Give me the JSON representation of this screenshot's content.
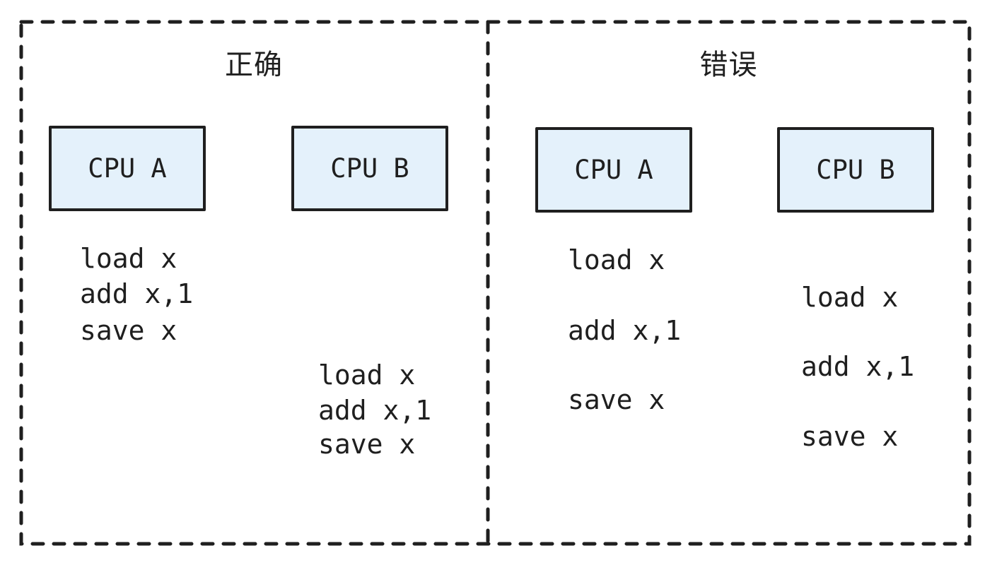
{
  "diagram": {
    "type": "comparison-diagram",
    "topic": "CPU instruction ordering (correct vs wrong interleaving)",
    "colors": {
      "stroke": "#1f1f1f",
      "cpu_box_fill": "#e4f1fb",
      "background": "#ffffff"
    },
    "panels": [
      {
        "title": "正确",
        "cpus": [
          {
            "label": "CPU A",
            "code": [
              "load x",
              "add x,1",
              "save x"
            ]
          },
          {
            "label": "CPU B",
            "code": [
              "load x",
              "add x,1",
              "save x"
            ]
          }
        ]
      },
      {
        "title": "错误",
        "cpus": [
          {
            "label": "CPU A",
            "code": [
              "load x",
              "add x,1",
              "save x"
            ]
          },
          {
            "label": "CPU B",
            "code": [
              "load x",
              "add x,1",
              "save x"
            ]
          }
        ]
      }
    ]
  }
}
